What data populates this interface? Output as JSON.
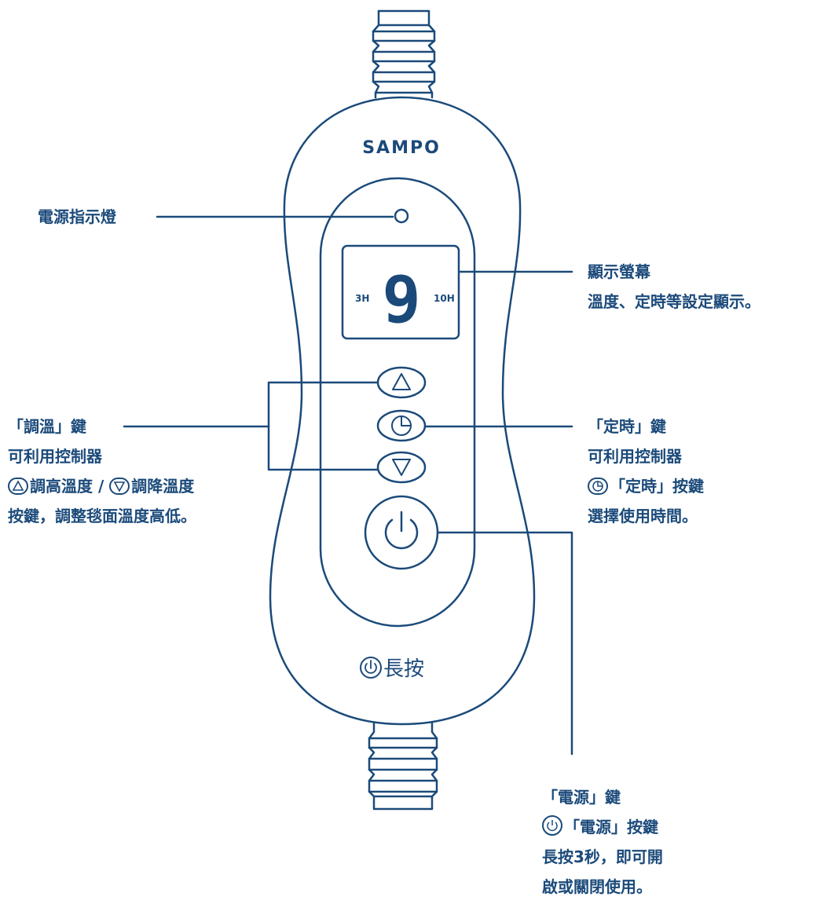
{
  "brand": "SAMPO",
  "display": {
    "digit": "9",
    "left_label": "3H",
    "right_label": "10H"
  },
  "long_press": "長按",
  "labels": {
    "power_light": "電源指示燈",
    "screen_title": "顯示螢幕",
    "screen_desc": "溫度、定時等設定顯示。",
    "temp_key_title": "「調溫」鍵",
    "temp_key_line1": "可利用控制器",
    "temp_key_line2a": "調高溫度 /",
    "temp_key_line2b": "調降溫度",
    "temp_key_line3": "按鍵，調整毯面溫度高低。",
    "timer_key_title": "「定時」鍵",
    "timer_key_line1": "可利用控制器",
    "timer_key_line2": "「定時」按鍵",
    "timer_key_line3": "選擇使用時間。",
    "power_key_title": "「電源」鍵",
    "power_key_line1": "「電源」按鍵",
    "power_key_line2": "長按3秒，即可開",
    "power_key_line3": "啟或關閉使用。"
  },
  "colors": {
    "primary": "#1b4a7a",
    "background": "#ffffff"
  },
  "icons": [
    "triangle-up-icon",
    "clock-icon",
    "triangle-down-icon",
    "power-icon"
  ]
}
